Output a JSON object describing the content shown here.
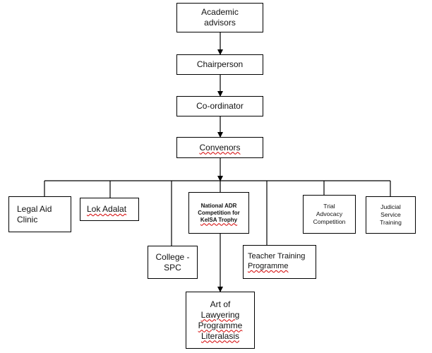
{
  "nodes": {
    "academic_advisors": {
      "lines": [
        "Academic",
        "advisors"
      ]
    },
    "chairperson": {
      "lines": [
        "Chairperson"
      ]
    },
    "coordinator": {
      "lines": [
        "Co-ordinator"
      ]
    },
    "convenors": {
      "lines": [
        "Convenors"
      ]
    },
    "legal_aid_clinic": {
      "lines": [
        "Legal Aid",
        "Clinic"
      ]
    },
    "lok_adalat": {
      "lines": [
        "Lok Adalat"
      ]
    },
    "college_spc": {
      "lines": [
        "College -",
        "SPC"
      ]
    },
    "national_adr": {
      "lines": [
        "National ADR",
        "Competition for",
        "KelSA Trophy"
      ]
    },
    "teacher_training": {
      "lines": [
        "Teacher Training",
        "Programme"
      ]
    },
    "trial_advocacy": {
      "lines": [
        "Trial",
        "Advocacy",
        "Competition"
      ]
    },
    "judicial_service": {
      "lines": [
        "Judicial",
        "Service",
        "Training"
      ]
    },
    "art_of_lawyering": {
      "lines": [
        "Art of",
        "Lawyering",
        "Programme",
        "Literalasis"
      ]
    }
  },
  "colors": {
    "line": "#000000",
    "box_border": "#000000",
    "spellcheck_underline": "#d40000"
  }
}
